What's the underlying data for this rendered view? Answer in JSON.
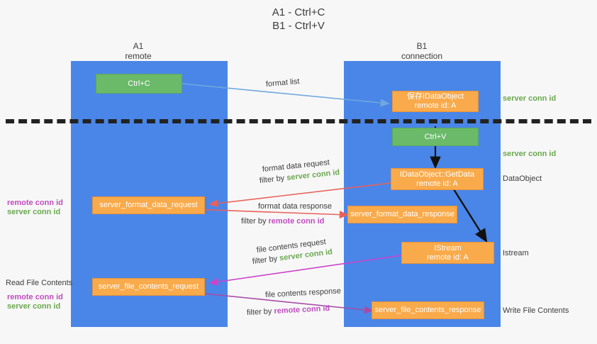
{
  "title": {
    "line1": "A1 - Ctrl+C",
    "line2": "B1 - Ctrl+V"
  },
  "lanes": [
    {
      "id": "a1",
      "name": "A1",
      "subtitle": "remote"
    },
    {
      "id": "b1",
      "name": "B1",
      "subtitle": "connection"
    }
  ],
  "boxes": {
    "ctrl_c": {
      "line1": "Ctrl+C",
      "line2": ""
    },
    "ctrl_v": {
      "line1": "Ctrl+V",
      "line2": ""
    },
    "idataobject_save": {
      "line1": "保存IDataObject",
      "line2": "remote id: A"
    },
    "idataobject_getdata": {
      "line1": "IDataObject::GetData",
      "line2": "remote id: A"
    },
    "istream": {
      "line1": "IStream",
      "line2": "remote id: A"
    },
    "server_format_data_request": {
      "line1": "server_format_data_request",
      "line2": ""
    },
    "server_format_data_response": {
      "line1": "server_format_data_response",
      "line2": ""
    },
    "server_file_contents_request": {
      "line1": "server_file_contents_request",
      "line2": ""
    },
    "server_file_contents_response": {
      "line1": "server_file_contents_response",
      "line2": ""
    }
  },
  "arrow_labels": {
    "format_list": "format list",
    "format_data_request": "format data request",
    "format_data_request_filter_prefix": "filter by ",
    "format_data_request_filter_key": "server conn id",
    "format_data_response": "format data response",
    "format_data_response_filter_prefix": "filter by ",
    "format_data_response_filter_key": "remote conn id",
    "file_contents_request": "file contents request",
    "file_contents_request_filter_prefix": "filter by ",
    "file_contents_request_filter_key": "server conn id",
    "file_contents_response": "file contents response",
    "file_contents_response_filter_prefix": "filter by ",
    "file_contents_response_filter_key": "remote conn id"
  },
  "right_labels": {
    "server_conn_id_top": "server conn id",
    "server_conn_id_mid": "server conn id",
    "dataobject": "DataObject",
    "istream": "Istream",
    "write_file_contents": "Write File Contents"
  },
  "left_labels": {
    "remote_conn_id_mid": "remote conn id",
    "server_conn_id_mid": "server conn id",
    "read_file_contents": "Read File Contents",
    "remote_conn_id_bottom": "remote conn id",
    "server_conn_id_bottom": "server conn id"
  },
  "colors": {
    "lane": "#4a86e8",
    "orange": "#f9aa4b",
    "green_box": "#6aba6a",
    "green_text": "#6aa84f",
    "purple_text": "#c04cc0",
    "red_arrow": "#e8615a",
    "blue_arrow": "#6fa8dc",
    "magenta_arrow": "#cc44cc",
    "purple_arrow": "#a64ca6",
    "divider": "#222222",
    "background": "#f7f7f7"
  }
}
